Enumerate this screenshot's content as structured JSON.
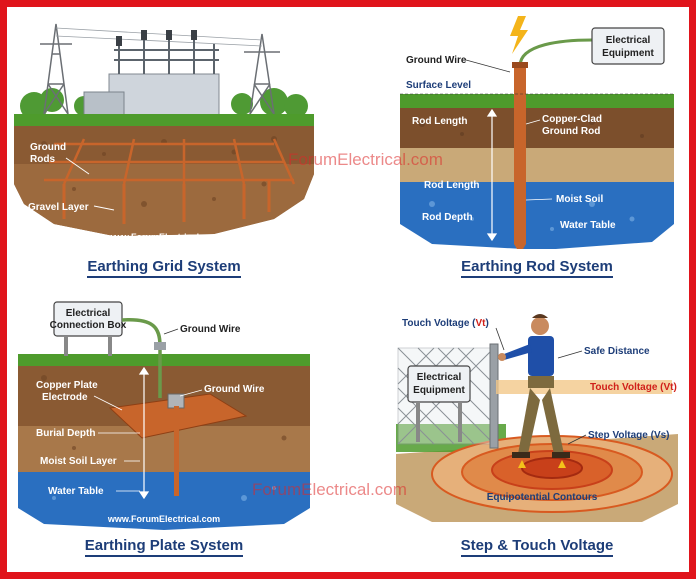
{
  "watermark": "ForumElectrical.com",
  "site_url": "www.ForumElectrical.com",
  "colors": {
    "frame": "#e0141b",
    "caption": "#1d3d78",
    "soil": "#8a5a33",
    "water": "#2a6fc0",
    "grass": "#3d8f2a",
    "copper": "#c8652b"
  },
  "panels": {
    "grid": {
      "caption": "Earthing Grid System",
      "labels": {
        "ground_rods": "Ground\nRods",
        "ground_rods_l1": "Ground",
        "ground_rods_l2": "Rods",
        "gravel": "Gravel Layer"
      },
      "url": "www.ForumElectrical.com"
    },
    "rod": {
      "caption": "Earthing Rod System",
      "labels": {
        "ground_wire": "Ground Wire",
        "equipment_l1": "Electrical",
        "equipment_l2": "Equipment",
        "surface": "Surface Level",
        "rod_length_1": "Rod Length",
        "rod_length_2": "Rod Length",
        "rod_depth": "Rod Depth",
        "copper_l1": "Copper-Clad",
        "copper_l2": "Ground Rod",
        "moist": "Moist Soil",
        "water_table": "Water Table"
      }
    },
    "plate": {
      "caption": "Earthing Plate System",
      "labels": {
        "box_l1": "Electrical",
        "box_l2": "Connection Box",
        "ground_wire_1": "Ground Wire",
        "ground_wire_2": "Ground Wire",
        "plate_l1": "Copper Plate",
        "plate_l2": "Electrode",
        "burial": "Burial Depth",
        "moist": "Moist Soil Layer",
        "water_table": "Water Table"
      },
      "url": "www.ForumElectrical.com"
    },
    "voltage": {
      "caption": "Step & Touch Voltage",
      "labels": {
        "touch_1": "Touch Voltage (Vt)",
        "touch_2": "Touch Voltage (Vt)",
        "touch_1_main": "Touch Voltage (",
        "touch_sym": "Vt",
        "touch_close": ")",
        "safe": "Safe Distance",
        "equipment_l1": "Electrical",
        "equipment_l2": "Equipment",
        "step_main": "Step Voltage (",
        "step_sym": "Vs",
        "step_close": ")",
        "contours": "Equipotential Contours"
      }
    }
  }
}
